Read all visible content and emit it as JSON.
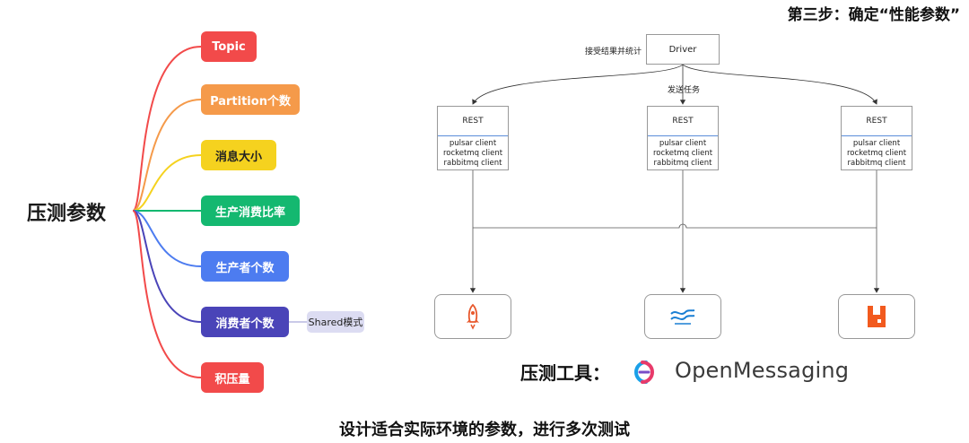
{
  "title": "第三步：确定“性能参数”",
  "mindmap": {
    "root": "压测参数",
    "nodes": [
      {
        "label": "Topic",
        "color": "#f24a4a"
      },
      {
        "label": "Partition个数",
        "color": "#f59a4a"
      },
      {
        "label": "消息大小",
        "color": "#f5d21f"
      },
      {
        "label": "生产消费比率",
        "color": "#14b870"
      },
      {
        "label": "生产者个数",
        "color": "#4d7cf0"
      },
      {
        "label": "消费者个数",
        "color": "#4a44b8"
      },
      {
        "label": "积压量",
        "color": "#f24a4a"
      }
    ],
    "consumer_tag": "Shared模式"
  },
  "architecture": {
    "driver": "Driver",
    "driver_note": "接受结果并统计",
    "dispatch_note": "发送任务",
    "workers": [
      {
        "head": "REST",
        "clients": [
          "pulsar client",
          "rocketmq client",
          "rabbitmq client"
        ]
      },
      {
        "head": "REST",
        "clients": [
          "pulsar client",
          "rocketmq client",
          "rabbitmq client"
        ]
      },
      {
        "head": "REST",
        "clients": [
          "pulsar client",
          "rocketmq client",
          "rabbitmq client"
        ]
      }
    ],
    "brokers": [
      {
        "icon": "rocket-icon",
        "color": "#e8582c"
      },
      {
        "icon": "wave-icon",
        "color": "#1a7fd4"
      },
      {
        "icon": "rabbit-icon",
        "color": "#f25a1e"
      }
    ]
  },
  "tool_label": "压测工具：",
  "tool_name": "OpenMessaging",
  "footer": "设计适合实际环境的参数，进行多次测试"
}
